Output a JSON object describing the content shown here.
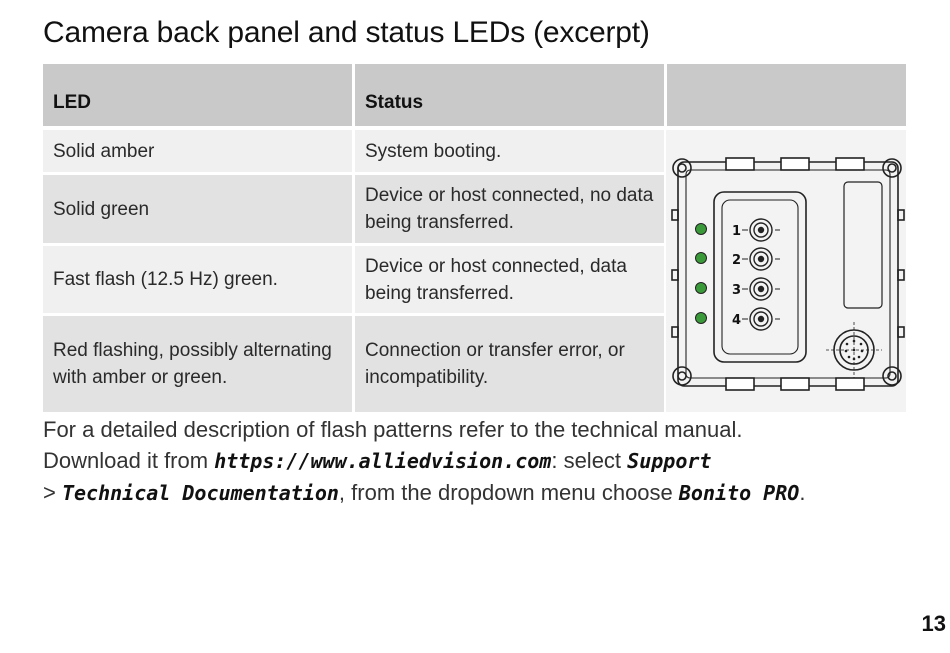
{
  "title": "Camera back panel and status LEDs (excerpt)",
  "table": {
    "headers": [
      "LED",
      "Status",
      ""
    ],
    "rows": [
      {
        "led": "Solid amber",
        "status": "System booting."
      },
      {
        "led": "Solid green",
        "status": "Device or host connected, no data being transferred."
      },
      {
        "led": "Fast flash (12.5 Hz) green.",
        "status": "Device or host connected, data being transferred."
      },
      {
        "led": "Red flashing, possibly alternating with amber or green.",
        "status": "Connection or transfer error, or incompatibility."
      }
    ]
  },
  "figure": {
    "port_labels": [
      "1",
      "2",
      "3",
      "4"
    ],
    "led_color": "#3a9a3a"
  },
  "note": {
    "line1": "For a detailed description of flash patterns refer to the technical manual.",
    "line2_prefix": "Download it from ",
    "url": "https://www.alliedvision.com",
    "line2_mid": ": select ",
    "menu1": "Support",
    "line3_prefix": "> ",
    "menu2": "Technical Documentation",
    "line3_mid": ", from the dropdown menu choose ",
    "product": "Bonito PRO",
    "line3_end": "."
  },
  "page_number": "13"
}
